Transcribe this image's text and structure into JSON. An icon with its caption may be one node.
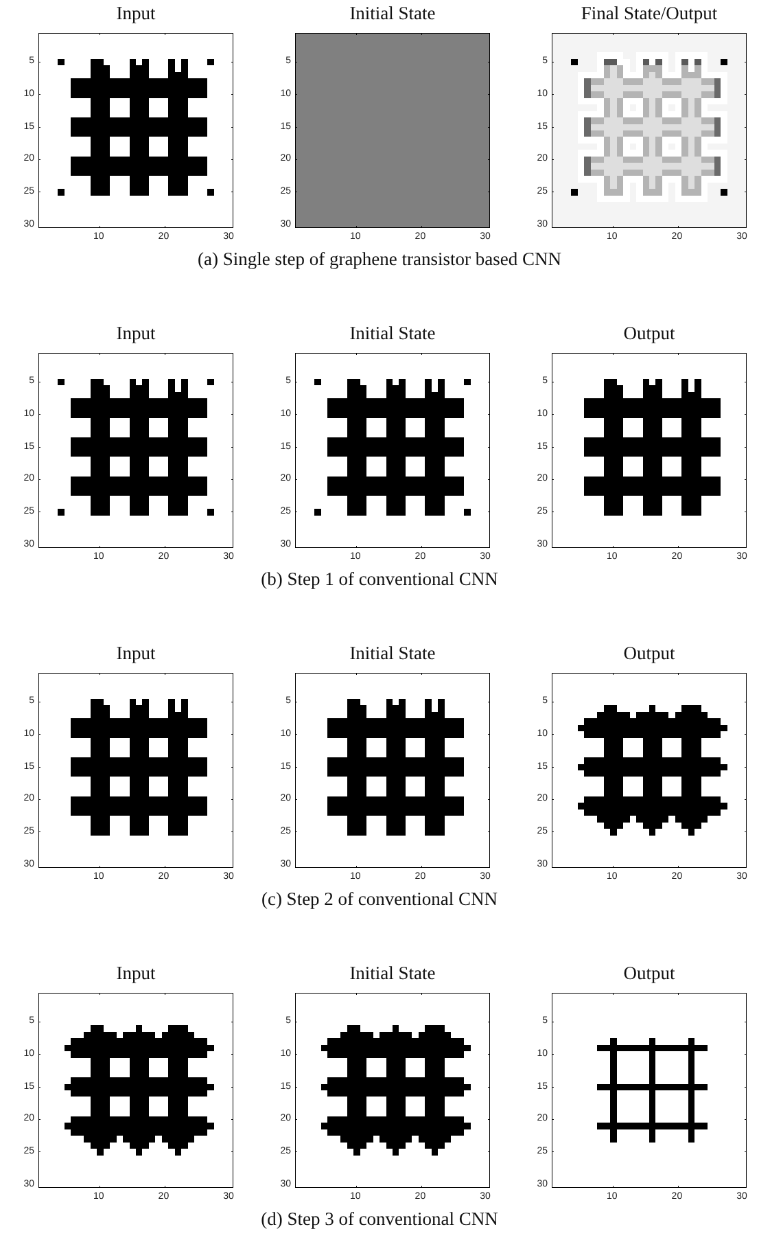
{
  "diagram": {
    "nodes": [
      {
        "text": [
          "Input"
        ],
        "beside": [
          "5",
          "10",
          "15",
          "20",
          "25",
          "30",
          "10",
          "20",
          "30"
        ]
      },
      {
        "text": [
          "Initial State"
        ],
        "beside": [
          "5",
          "10",
          "15",
          "20",
          "25",
          "30",
          "10",
          "20",
          "30"
        ]
      },
      {
        "text": [
          "Final State/Output"
        ],
        "beside": [
          "5",
          "10",
          "15",
          "20",
          "25",
          "30",
          "10",
          "20",
          "30"
        ]
      },
      {
        "text": [
          "Input"
        ],
        "beside": [
          "5",
          "10",
          "15",
          "20",
          "25",
          "30",
          "10",
          "20",
          "30"
        ]
      },
      {
        "text": [
          "Initial State"
        ],
        "beside": [
          "5",
          "10",
          "15",
          "20",
          "25",
          "30",
          "10",
          "20",
          "30"
        ]
      },
      {
        "text": [
          "Output"
        ],
        "beside": [
          "5",
          "10",
          "15",
          "20",
          "25",
          "30",
          "10",
          "20",
          "30"
        ]
      },
      {
        "text": [
          "Input"
        ],
        "beside": [
          "5",
          "10",
          "15",
          "20",
          "25",
          "30",
          "10",
          "20",
          "30"
        ]
      },
      {
        "text": [
          "Initial State"
        ],
        "beside": [
          "5",
          "10",
          "15",
          "20",
          "25",
          "30",
          "10",
          "20",
          "30"
        ]
      },
      {
        "text": [
          "Output"
        ],
        "beside": [
          "5",
          "10",
          "15",
          "20",
          "25",
          "30",
          "10",
          "20",
          "30"
        ]
      },
      {
        "text": [
          "Input"
        ],
        "beside": [
          "5",
          "10",
          "15",
          "20",
          "25",
          "30",
          "10",
          "20",
          "30"
        ]
      },
      {
        "text": [
          "Initial State"
        ],
        "beside": [
          "5",
          "10",
          "15",
          "20",
          "25",
          "30",
          "10",
          "20",
          "30"
        ]
      },
      {
        "text": [
          "Output"
        ],
        "beside": [
          "5",
          "10",
          "15",
          "20",
          "25",
          "30",
          "10",
          "20",
          "30"
        ]
      }
    ],
    "labels": [
      "(a) Single step of graphene transistor based CNN",
      "(b) Step 1 of conventional CNN",
      "(c) Step 2 of conventional CNN",
      "(d) Step 3 of conventional CNN"
    ]
  }
}
